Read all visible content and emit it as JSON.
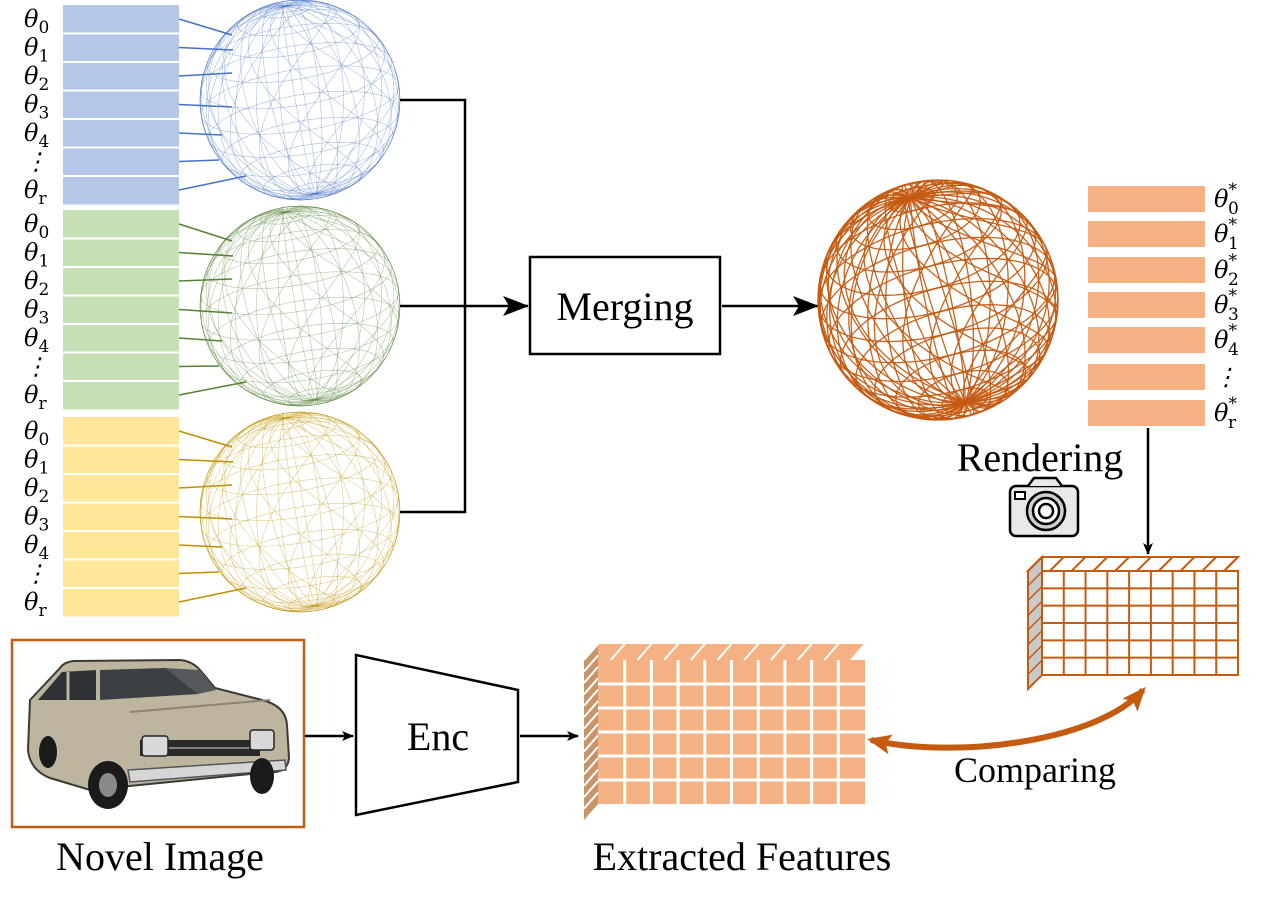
{
  "param_labels": [
    "θ",
    "θ",
    "θ",
    "θ",
    "θ",
    "⋮",
    "θ"
  ],
  "param_subscripts": [
    "0",
    "1",
    "2",
    "3",
    "4",
    "",
    "r"
  ],
  "rendered_labels": [
    "θ",
    "θ",
    "θ",
    "θ",
    "θ",
    "⋮",
    "θ"
  ],
  "rendered_subscripts": [
    "0",
    "1",
    "2",
    "3",
    "4",
    "",
    "r"
  ],
  "rendered_superscript": "*",
  "merging_label": "Merging",
  "rendering_label": "Rendering",
  "encoder_label": "Enc",
  "comparing_label": "Comparing",
  "novel_image_label": "Novel Image",
  "extracted_features_label": "Extracted Features",
  "colors": {
    "blue": "#b4c7e7",
    "blue_line": "#4472c4",
    "green": "#c5e0b4",
    "green_line": "#548235",
    "yellow": "#ffe699",
    "yellow_line": "#bf9000",
    "orange": "#f4b183",
    "orange_dark": "#c55a11"
  },
  "icons": {
    "camera": "camera-icon",
    "car": "car-photo"
  }
}
